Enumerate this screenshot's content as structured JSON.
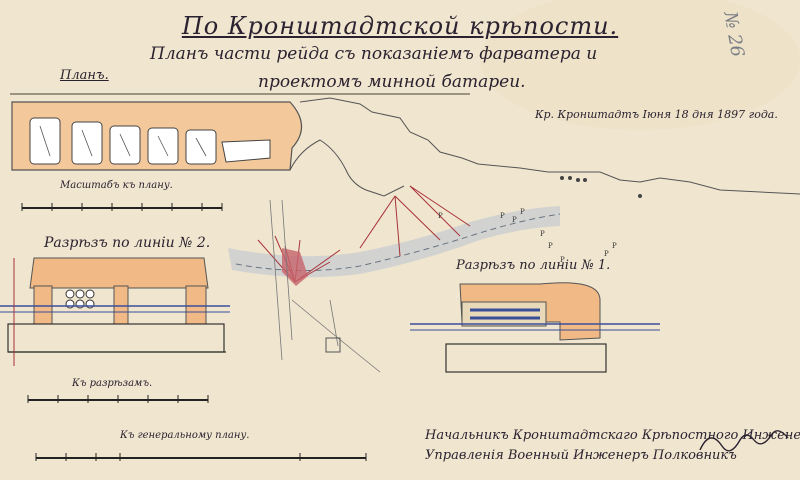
{
  "title": "По Кронштадтской крѣпости.",
  "subtitle_line1": "Планъ части рейда съ показаніемъ фарватера и",
  "subtitle_line2": "проектомъ минной батареи.",
  "date_note": "Кр. Кронштадтъ Іюня 18 дня 1897 года.",
  "plan_label": "Планъ.",
  "plan_scale_label": "Масштабъ къ плану.",
  "section2_label": "Разрѣзъ по линіи № 2.",
  "section1_label": "Разрѣзъ по линіи № 1.",
  "section_scale_label": "Къ разрѣзамъ.",
  "chart_scale_label": "Къ генеральному плану.",
  "signature_line1": "Начальникъ Кронштадтскаго Крѣпостного Инженерного",
  "signature_line2": "Управленія Военный Инженеръ Полковникъ",
  "archive_number": "№ 26"
}
